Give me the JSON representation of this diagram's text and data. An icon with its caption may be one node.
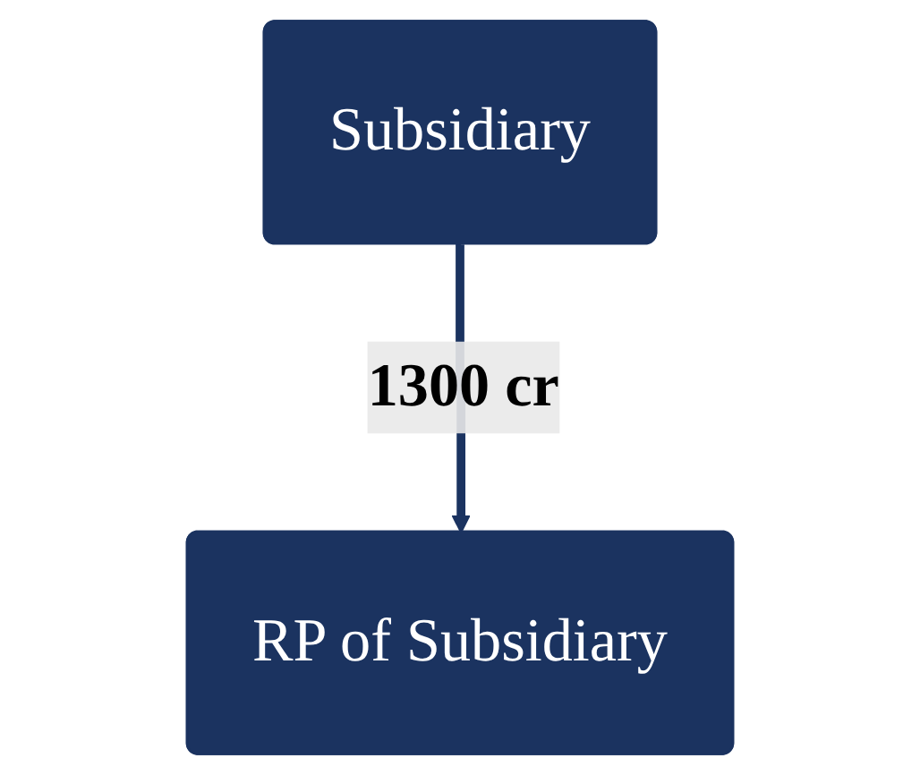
{
  "diagram": {
    "nodes": [
      {
        "text": [
          "Subsidiary"
        ]
      },
      {
        "text": [
          "RP of Subsidiary"
        ]
      }
    ],
    "edges": [
      {
        "from": 0,
        "to": 1,
        "arrow": "to",
        "label": "1300 cr"
      }
    ]
  }
}
